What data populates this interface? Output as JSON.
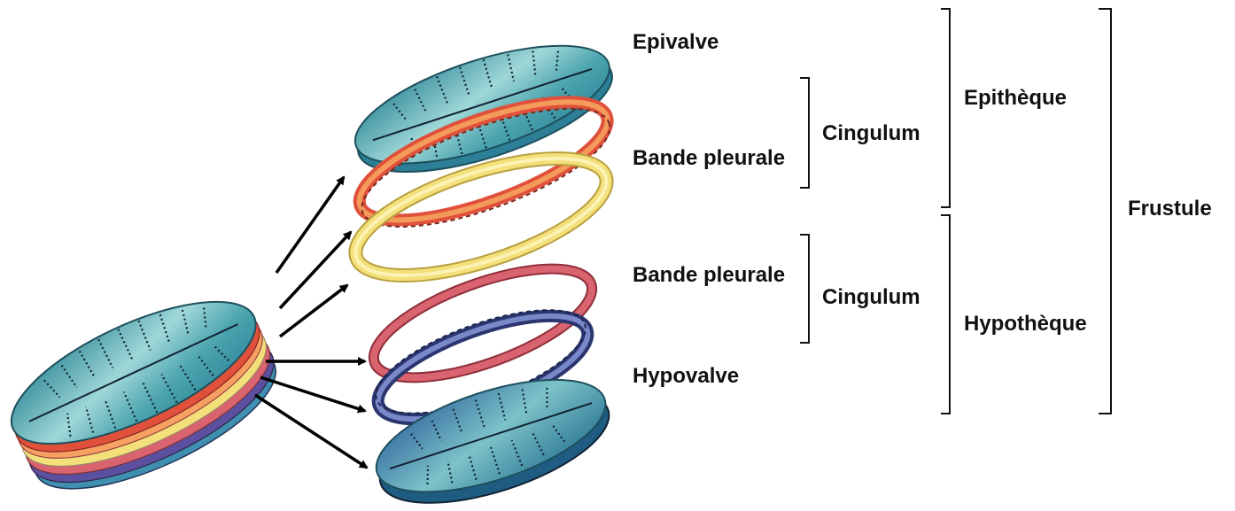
{
  "labels": {
    "epivalve": "Epivalve",
    "bande_pleurale_top": "Bande pleurale",
    "bande_pleurale_bottom": "Bande pleurale",
    "hypovalve": "Hypovalve",
    "cingulum_top": "Cingulum",
    "cingulum_bottom": "Cingulum",
    "epitheque": "Epithèque",
    "hypotheque": "Hypothèque",
    "frustule": "Frustule"
  },
  "colors": {
    "valve_teal": "#4aa3ad",
    "valve_teal_light": "#bfe3e4",
    "valve_blue": "#2d6f9a",
    "band_red": "#e0503a",
    "band_orange": "#f49a5a",
    "band_yellow": "#f3e07a",
    "band_pink": "#d9636f",
    "band_navy": "#3e4f9c",
    "bracket": "#111111",
    "arrow": "#000000"
  }
}
